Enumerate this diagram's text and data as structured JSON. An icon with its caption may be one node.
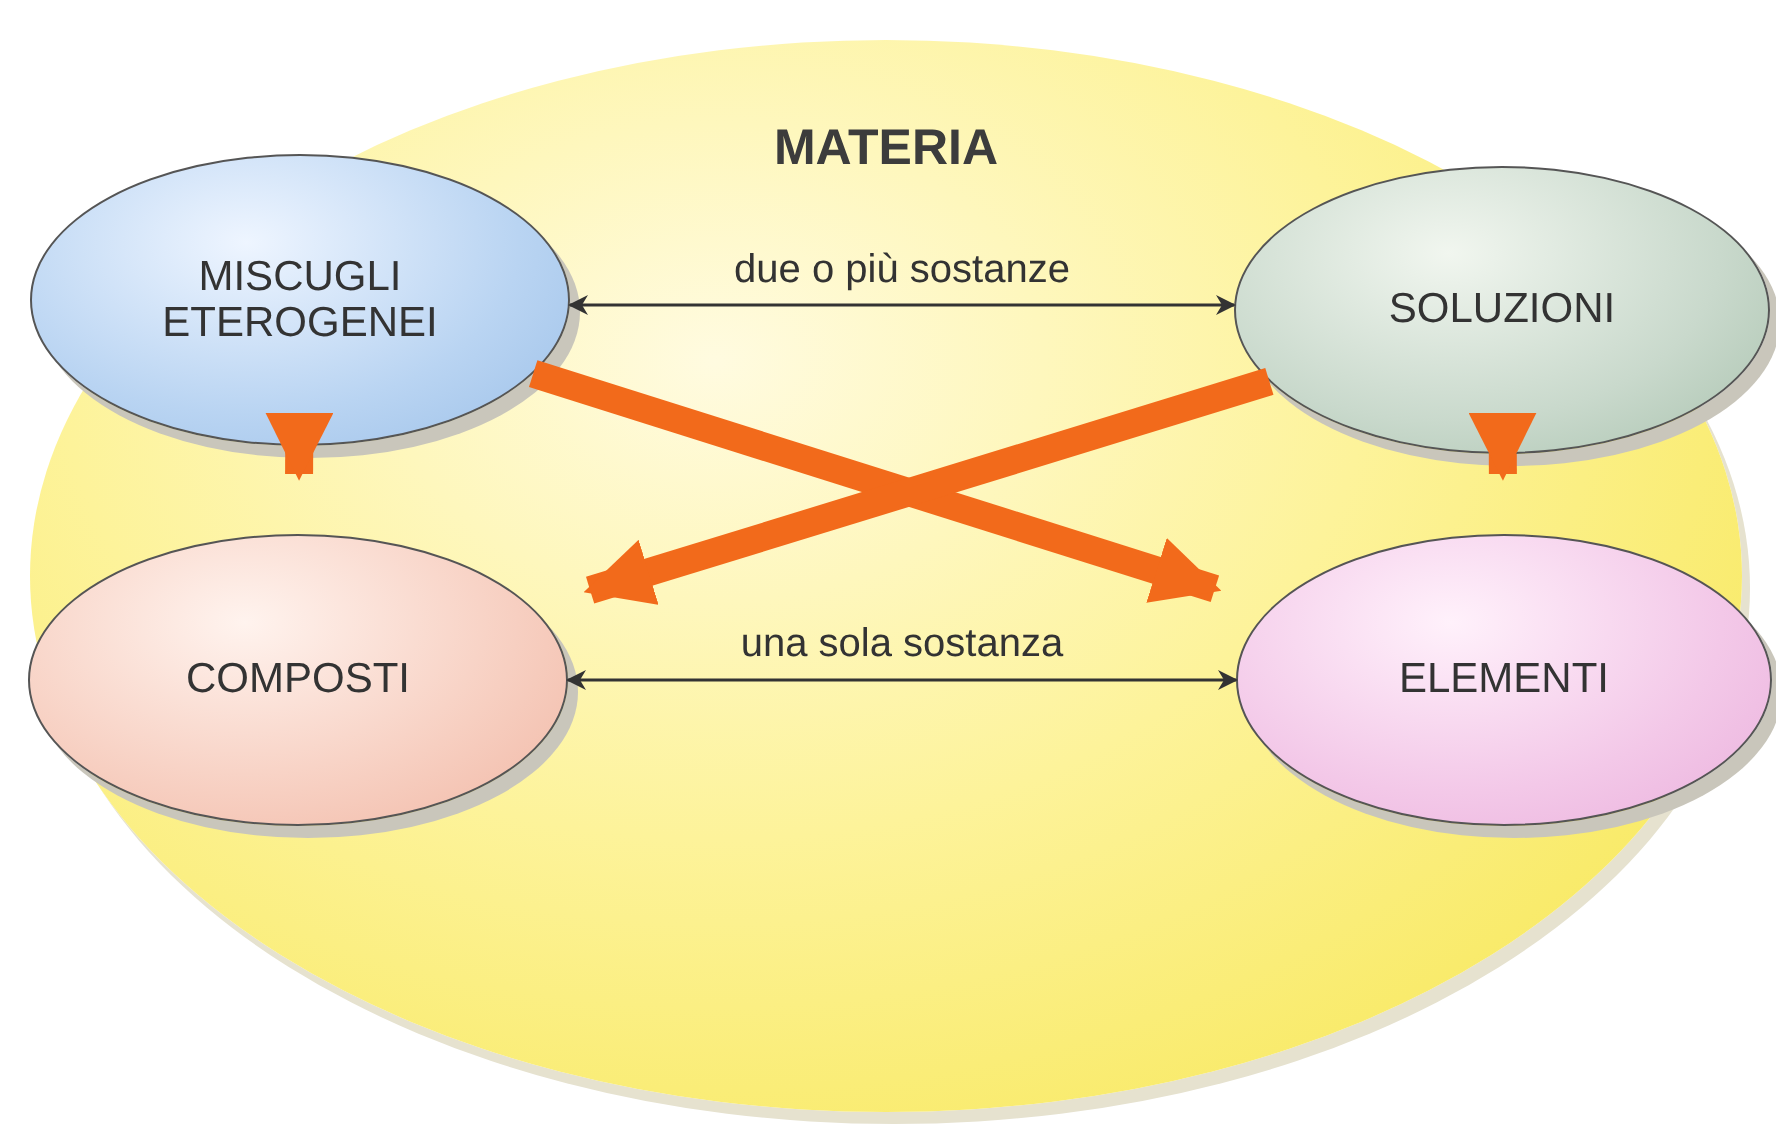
{
  "diagram": {
    "nodes": [
      {
        "text": [
          "MATERIA"
        ]
      },
      {
        "text": [
          "MISCUGLI ETEROGENEI"
        ],
        "in": 0
      },
      {
        "text": [
          "SOLUZIONI"
        ],
        "in": 0
      },
      {
        "text": [
          "COMPOSTI"
        ],
        "in": 0
      },
      {
        "text": [
          "ELEMENTI"
        ],
        "in": 0
      }
    ],
    "edges": [
      {
        "from": 1,
        "to": 2,
        "arrow": "both",
        "label": "due o più sostanze",
        "color": "#333333"
      },
      {
        "from": 1,
        "to": 3,
        "arrow": "to"
      },
      {
        "from": 1,
        "to": 4,
        "arrow": "to"
      },
      {
        "from": 2,
        "to": 3,
        "arrow": "to"
      },
      {
        "from": 2,
        "to": 4,
        "arrow": "to"
      },
      {
        "from": 3,
        "to": 4,
        "arrow": "both",
        "label": "una sola sostanza",
        "color": "#333333"
      }
    ]
  }
}
